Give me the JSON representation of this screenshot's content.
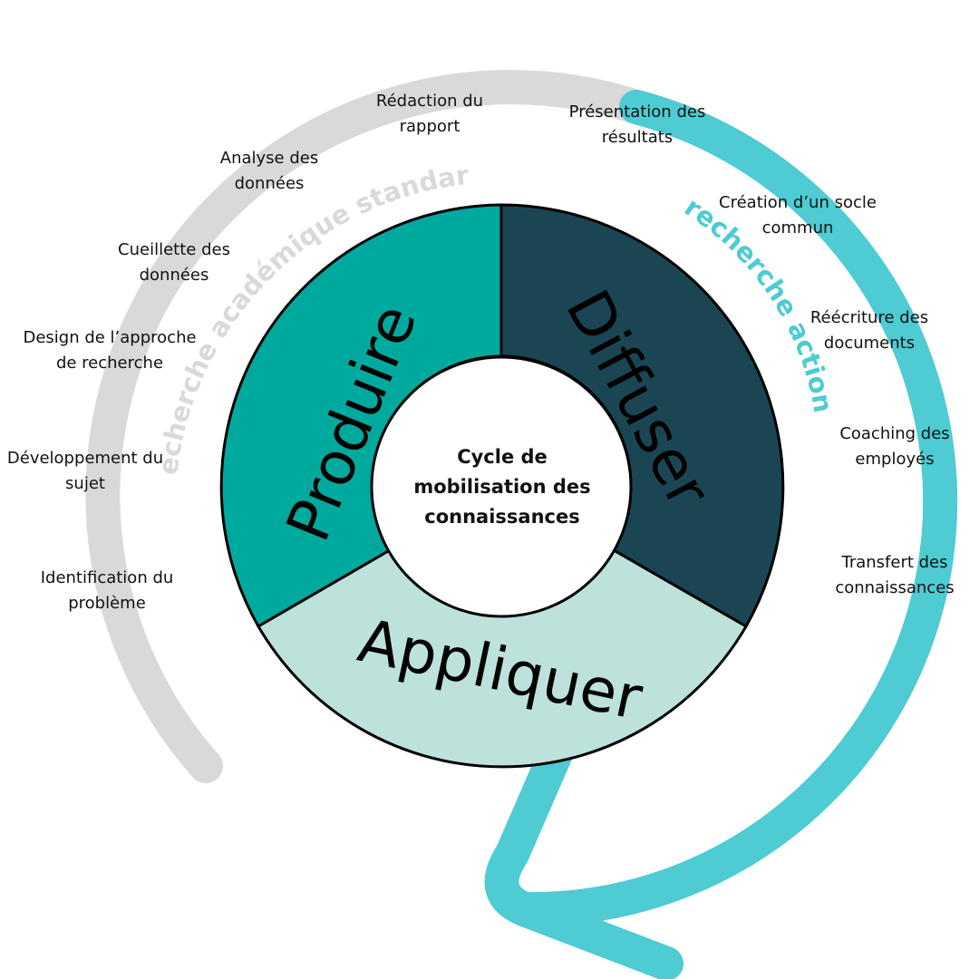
{
  "center": {
    "line1": "Cycle de",
    "line2": "mobilisation des",
    "line3": "connaissances"
  },
  "segments": {
    "produire": {
      "label": "Produire",
      "color": "#00a99d"
    },
    "diffuser": {
      "label": "Diffuser",
      "color": "#1a4654"
    },
    "appliquer": {
      "label": "Appliquer",
      "color": "#bde1db"
    }
  },
  "arcs": {
    "standard": {
      "label": "recherche académique standard",
      "color": "#d9d9d9"
    },
    "action": {
      "label": "recherche action",
      "color": "#4ecbd3"
    }
  },
  "steps_standard": [
    {
      "l1": "Identification du",
      "l2": "problème"
    },
    {
      "l1": "Développement du",
      "l2": "sujet"
    },
    {
      "l1": "Design de l’approche",
      "l2": "de recherche"
    },
    {
      "l1": "Cueillette des",
      "l2": "données"
    },
    {
      "l1": "Analyse des",
      "l2": "données"
    },
    {
      "l1": "Rédaction du",
      "l2": "rapport"
    }
  ],
  "steps_action": [
    {
      "l1": "Présentation des",
      "l2": "résultats"
    },
    {
      "l1": "Création d’un socle",
      "l2": "commun"
    },
    {
      "l1": "Réécriture des",
      "l2": "documents"
    },
    {
      "l1": "Coaching des",
      "l2": "employés"
    },
    {
      "l1": "Transfert des",
      "l2": "connaissances"
    }
  ]
}
